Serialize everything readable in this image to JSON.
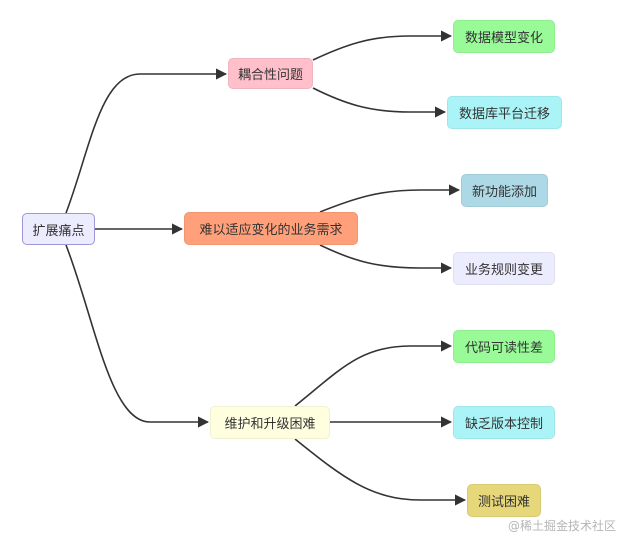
{
  "root": {
    "label": "扩展痛点",
    "color": "#ececff",
    "border": "#9f95d8"
  },
  "branches": [
    {
      "label": "耦合性问题",
      "color": "#ffc0cb",
      "children": [
        {
          "label": "数据模型变化",
          "color": "#98fb98"
        },
        {
          "label": "数据库平台迁移",
          "color": "#aaf4f7"
        }
      ]
    },
    {
      "label": "难以适应变化的业务需求",
      "color": "#ffa07a",
      "children": [
        {
          "label": "新功能添加",
          "color": "#add8e6"
        },
        {
          "label": "业务规则变更",
          "color": "#ececff"
        }
      ]
    },
    {
      "label": "维护和升级困难",
      "color": "#ffffe0",
      "children": [
        {
          "label": "代码可读性差",
          "color": "#98fb98"
        },
        {
          "label": "缺乏版本控制",
          "color": "#aaf4f7"
        },
        {
          "label": "测试困难",
          "color": "#e6d77a"
        }
      ]
    }
  ],
  "edge_color": "#333333",
  "watermark": "@稀土掘金技术社区"
}
